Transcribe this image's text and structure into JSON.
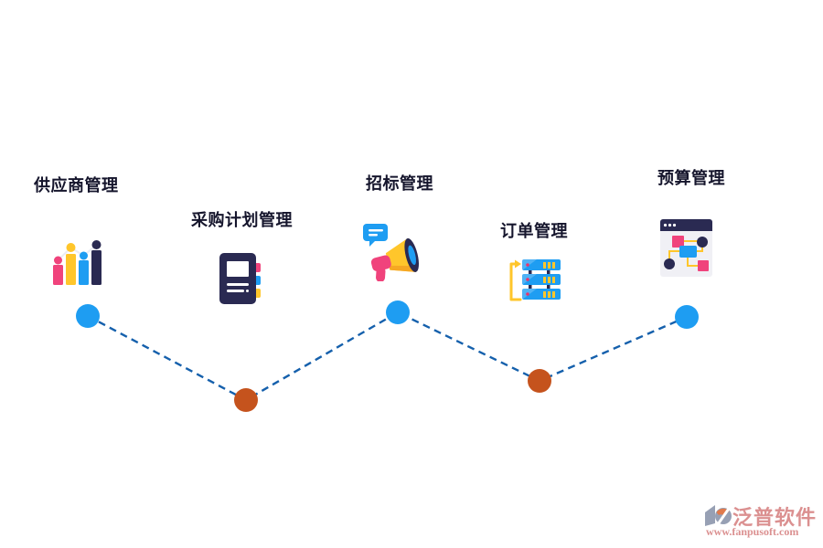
{
  "diagram": {
    "nodes": [
      {
        "label": "供应商管理",
        "icon": "bar-chart-icon",
        "dot_color": "#1e9df2"
      },
      {
        "label": "采购计划管理",
        "icon": "notebook-icon",
        "dot_color": "#c5531d"
      },
      {
        "label": "招标管理",
        "icon": "megaphone-icon",
        "dot_color": "#1e9df2"
      },
      {
        "label": "订单管理",
        "icon": "server-stack-icon",
        "dot_color": "#c5531d"
      },
      {
        "label": "预算管理",
        "icon": "browser-flowchart-icon",
        "dot_color": "#1e9df2"
      }
    ],
    "colors": {
      "label_text": "#15152c",
      "connector_line": "#1560ac",
      "node_dot_blue": "#1e9df2",
      "node_dot_orange": "#c5531d",
      "icon_pink": "#f0437c",
      "icon_yellow": "#ffc62b",
      "icon_orange_shade": "#f6a823",
      "icon_blue": "#1e9df2",
      "icon_navy": "#2a2a52",
      "icon_red_dot": "#e8336d",
      "icon_panel_gray": "#f0f0f5"
    }
  },
  "watermark": {
    "brand": "泛普软件",
    "url": "www.fanpusoft.com",
    "color": "#db9090",
    "logo_gray": "#97a0b4",
    "logo_orange": "#e07a4c"
  }
}
